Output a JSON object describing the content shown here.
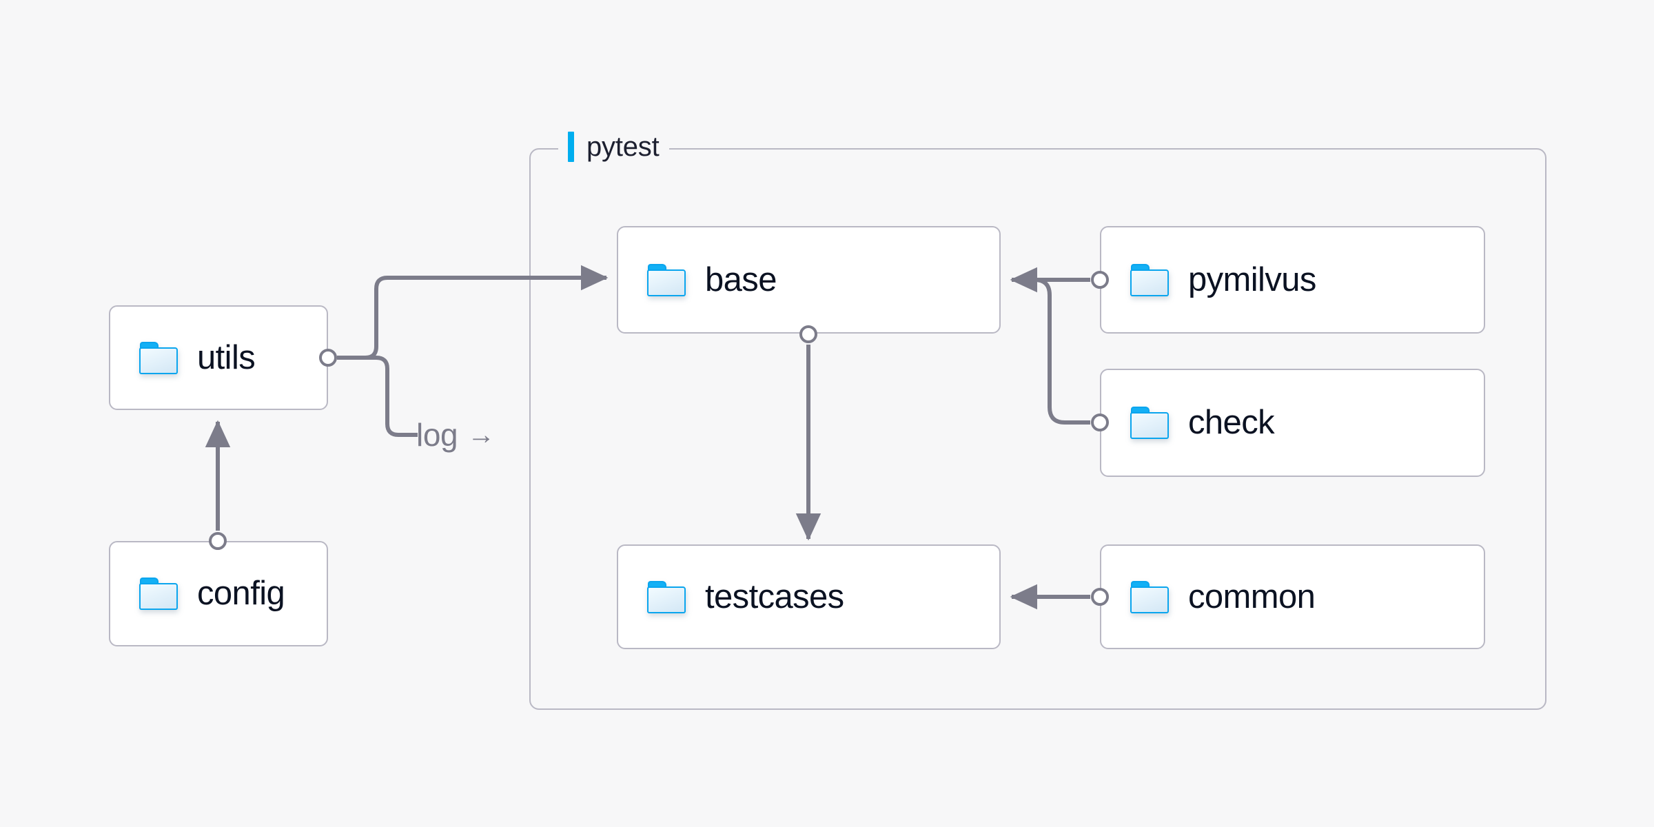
{
  "diagram": {
    "title_visible": false,
    "background_color": "#f7f7f8",
    "accent_color": "#00aeef",
    "node_border_color": "#b9b8c4",
    "edge_color": "#7c7c8a",
    "text_color": "#0b1222"
  },
  "group": {
    "label": "pytest",
    "accent_color": "#00aeef"
  },
  "nodes": [
    {
      "id": "utils",
      "label": "utils",
      "icon": "folder-icon"
    },
    {
      "id": "config",
      "label": "config",
      "icon": "folder-icon"
    },
    {
      "id": "base",
      "label": "base",
      "icon": "folder-icon"
    },
    {
      "id": "testcases",
      "label": "testcases",
      "icon": "folder-icon"
    },
    {
      "id": "pymilvus",
      "label": "pymilvus",
      "icon": "folder-icon"
    },
    {
      "id": "check",
      "label": "check",
      "icon": "folder-icon"
    },
    {
      "id": "common",
      "label": "common",
      "icon": "folder-icon"
    }
  ],
  "edges": [
    {
      "id": "utils-base",
      "from": "utils",
      "to": "base",
      "label": ""
    },
    {
      "id": "utils-log",
      "from": "utils",
      "to": "pytest",
      "label": "log",
      "arrow_glyph": "→"
    },
    {
      "id": "config-utils",
      "from": "config",
      "to": "utils",
      "label": ""
    },
    {
      "id": "base-testcases",
      "from": "base",
      "to": "testcases",
      "label": ""
    },
    {
      "id": "pymilvus-base",
      "from": "pymilvus",
      "to": "base",
      "label": ""
    },
    {
      "id": "check-base",
      "from": "check",
      "to": "base",
      "label": ""
    },
    {
      "id": "common-testcases",
      "from": "common",
      "to": "testcases",
      "label": ""
    }
  ]
}
